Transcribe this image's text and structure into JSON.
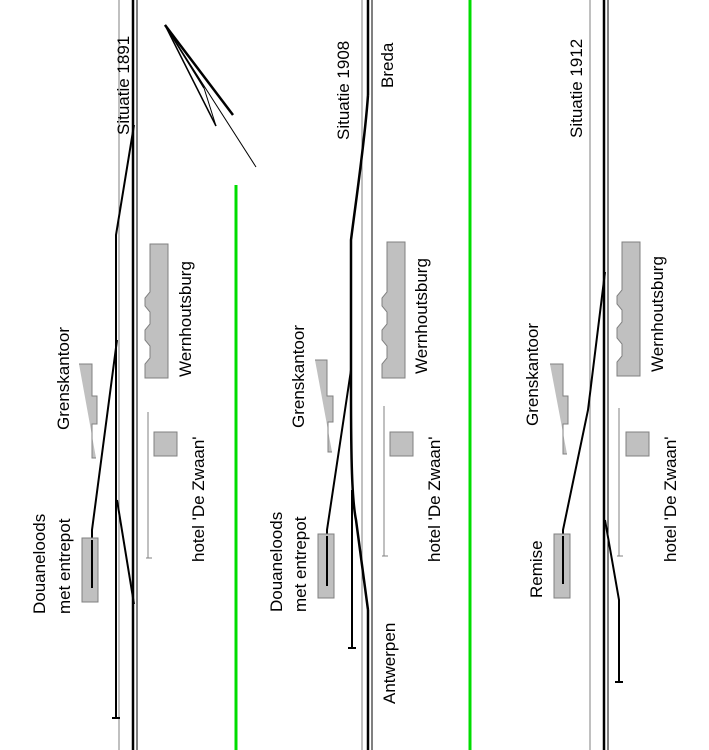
{
  "panels": [
    {
      "title": "Situatie 1891",
      "buildings": {
        "grenskantoor": "Grenskantoor",
        "wernhoutsburg": "Wernhoutsburg",
        "hotel": "hotel 'De Zwaan'",
        "loods_line1": "Douaneloods",
        "loods_line2": "met entrepot"
      }
    },
    {
      "title": "Situatie 1908",
      "destination_top": "Breda",
      "destination_bottom": "Antwerpen",
      "buildings": {
        "grenskantoor": "Grenskantoor",
        "wernhoutsburg": "Wernhoutsburg",
        "hotel": "hotel 'De Zwaan'",
        "loods_line1": "Douaneloods",
        "loods_line2": "met entrepot"
      }
    },
    {
      "title": "Situatie 1912",
      "buildings": {
        "grenskantoor": "Grenskantoor",
        "wernhoutsburg": "Wernhoutsburg",
        "hotel": "hotel 'De Zwaan'",
        "loods_line1": "Remise"
      }
    }
  ],
  "colors": {
    "divider": "#00dd00",
    "building": "#c0c0c0",
    "track": "#000000",
    "road": "#808080"
  },
  "icons": [
    "north-arrow-icon"
  ]
}
